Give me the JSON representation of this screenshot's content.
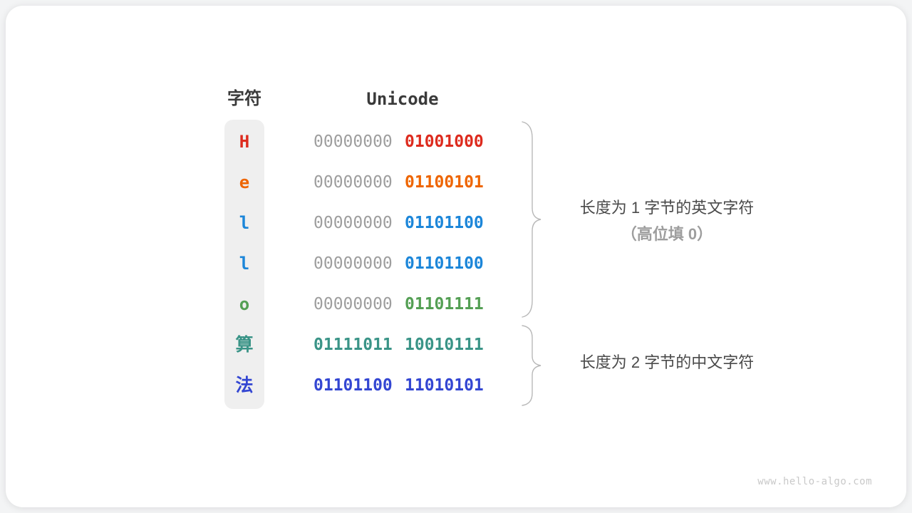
{
  "table": {
    "headers": {
      "char": "字符",
      "unicode": "Unicode"
    },
    "rows": [
      {
        "char": "H",
        "byte1": "00000000",
        "byte2": "01001000",
        "color": "#dd2b1e",
        "byte1_gray": true
      },
      {
        "char": "e",
        "byte1": "00000000",
        "byte2": "01100101",
        "color": "#ee6500",
        "byte1_gray": true
      },
      {
        "char": "l",
        "byte1": "00000000",
        "byte2": "01101100",
        "color": "#1c86d9",
        "byte1_gray": true
      },
      {
        "char": "l",
        "byte1": "00000000",
        "byte2": "01101100",
        "color": "#1c86d9",
        "byte1_gray": true
      },
      {
        "char": "o",
        "byte1": "00000000",
        "byte2": "01101111",
        "color": "#549f54",
        "byte1_gray": true
      },
      {
        "char": "算",
        "byte1": "01111011",
        "byte2": "10010111",
        "color": "#3a9487",
        "byte1_gray": false
      },
      {
        "char": "法",
        "byte1": "01101100",
        "byte2": "11010101",
        "color": "#3346d2",
        "byte1_gray": false
      }
    ]
  },
  "annotations": {
    "group1_line1": "长度为 1 字节的英文字符",
    "group1_line2": "（高位填 0）",
    "group2": "长度为 2 字节的中文字符"
  },
  "watermark": "www.hello-algo.com",
  "colors": {
    "gray_bits": "#9e9e9e",
    "header_text": "#3a3a3a",
    "annotation_text": "#4a4a4a",
    "annotation_sub_text": "#9e9e9e",
    "brace": "#b8b8b8",
    "char_column_bg": "#efefef",
    "card_bg": "#ffffff",
    "watermark_text": "#c9c9c9"
  }
}
